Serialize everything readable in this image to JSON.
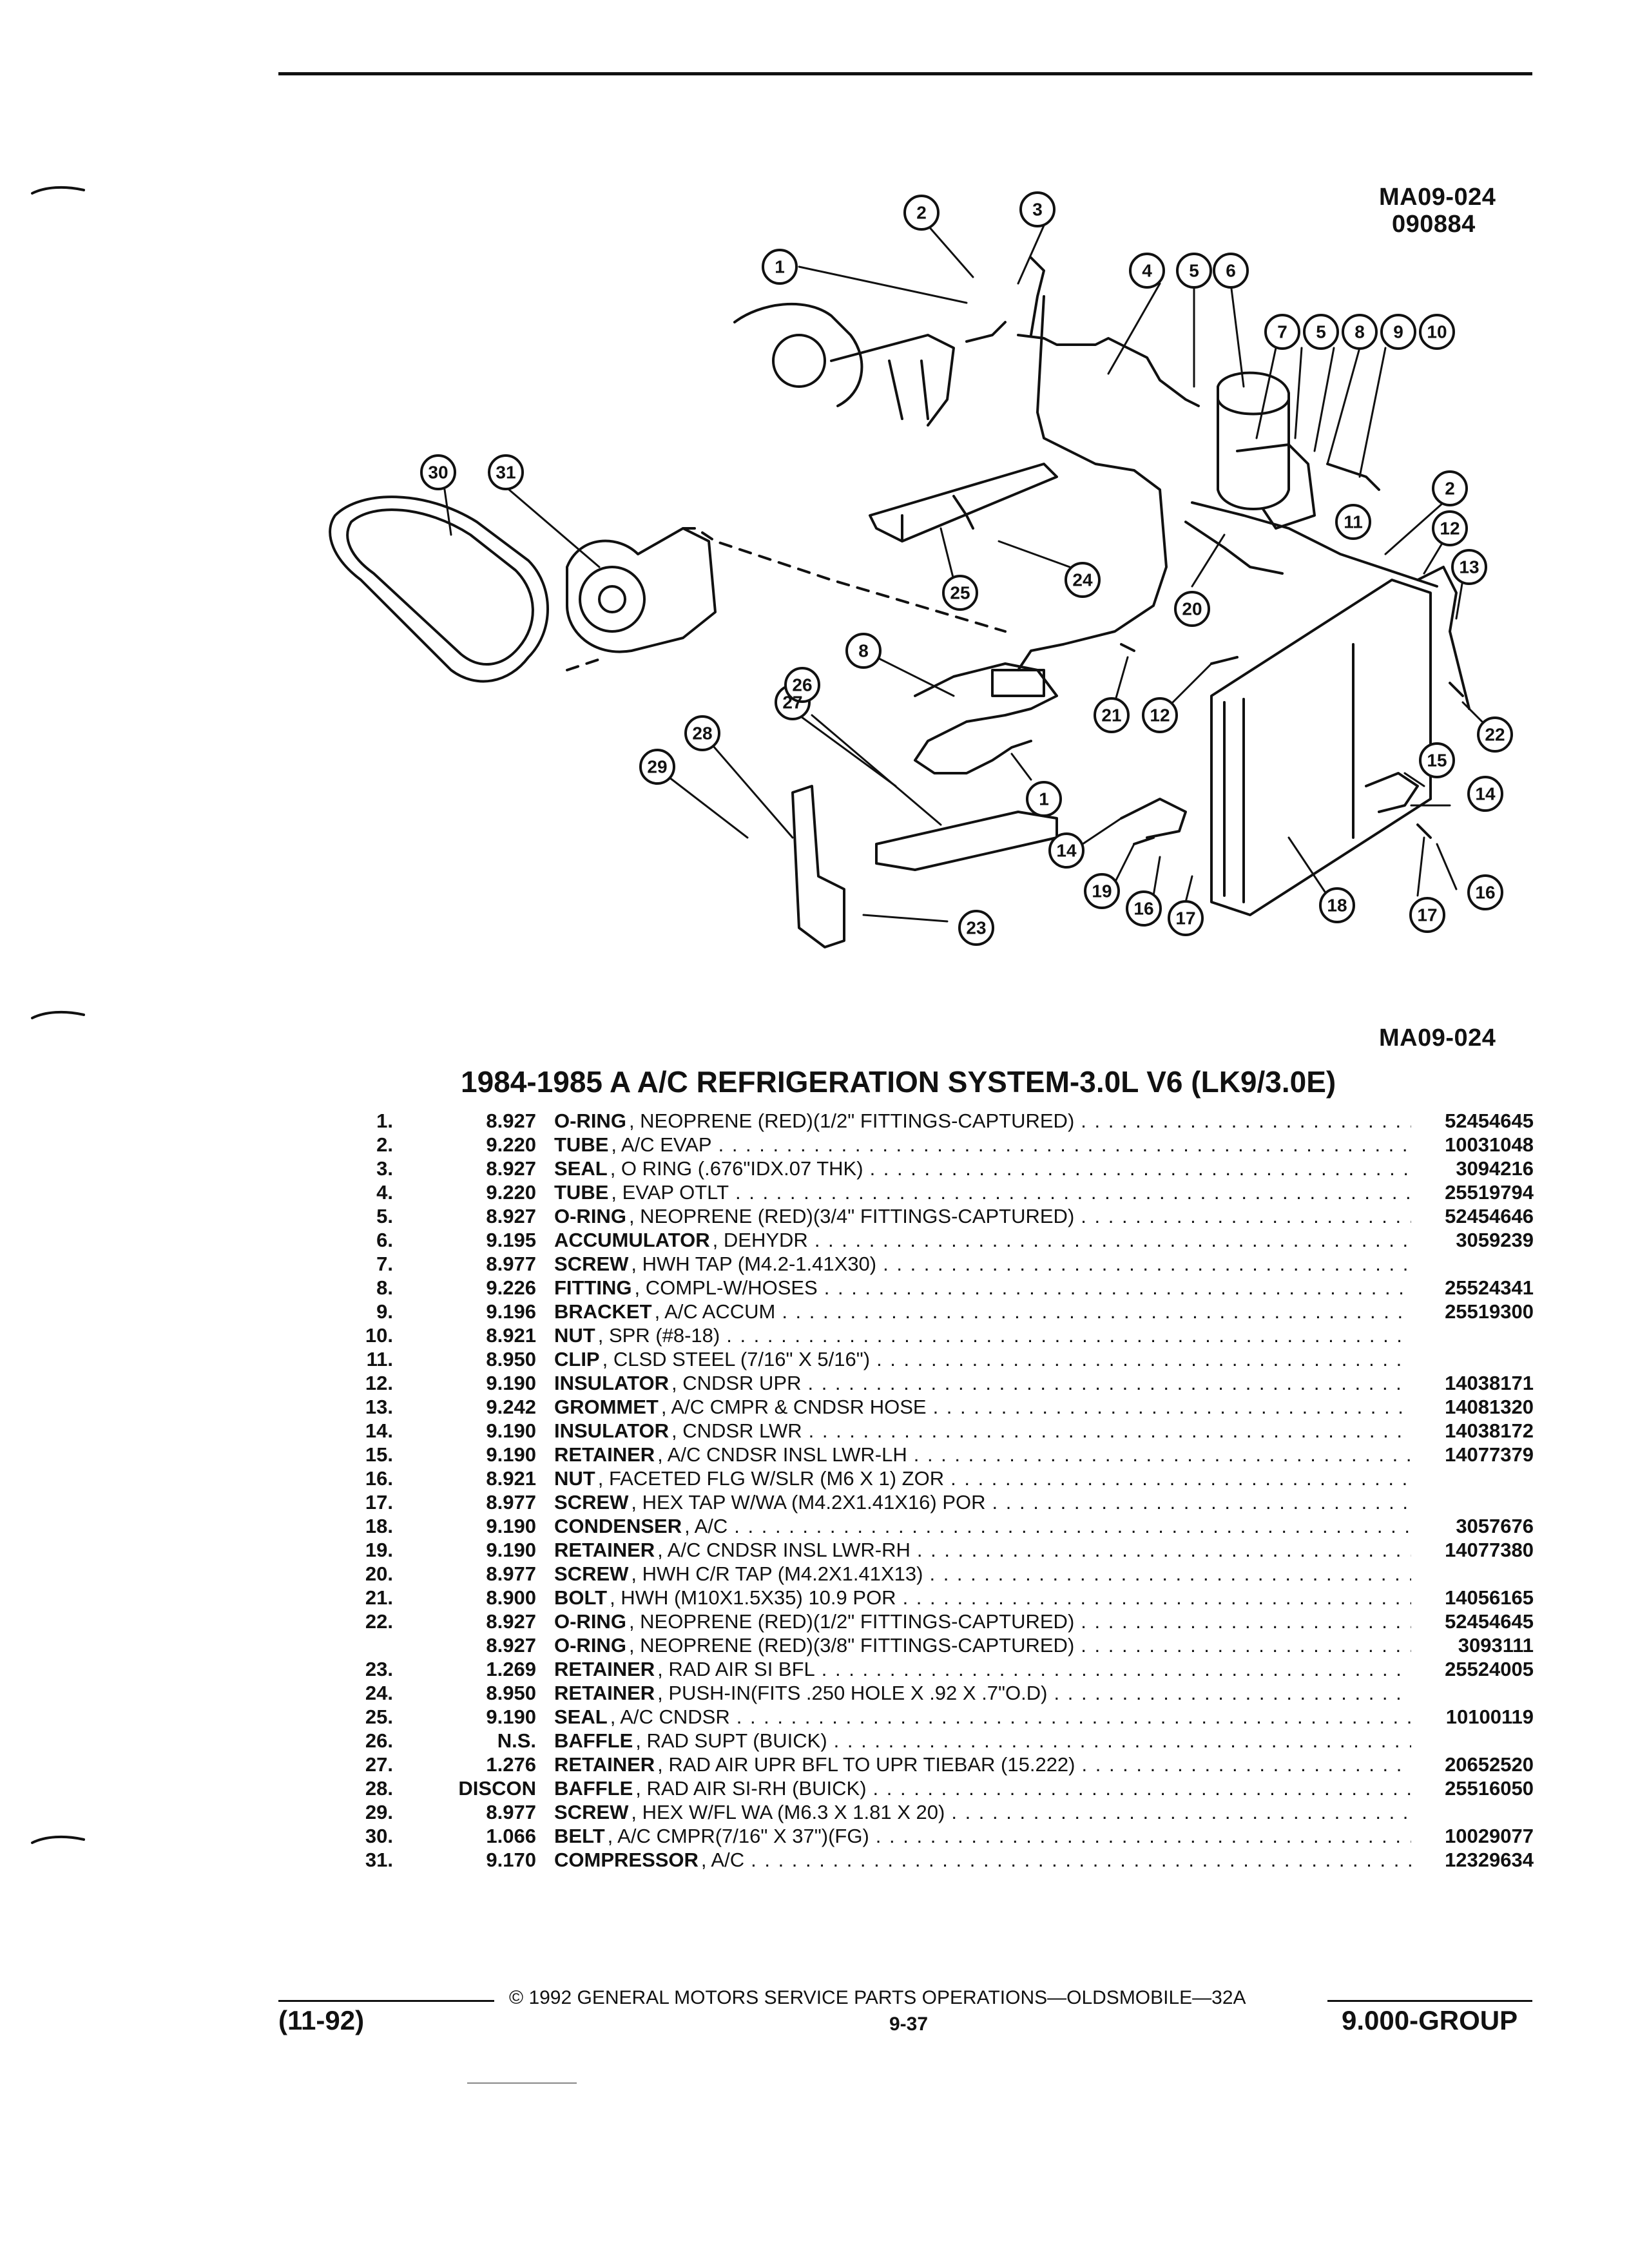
{
  "header": {
    "figure_code": "MA09-024",
    "figure_date": "090884"
  },
  "diagram": {
    "caption_code": "MA09-024",
    "callouts": [
      "1",
      "2",
      "3",
      "4",
      "5",
      "6",
      "7",
      "5",
      "8",
      "9",
      "10",
      "30",
      "31",
      "2",
      "12",
      "11",
      "13",
      "25",
      "24",
      "20",
      "8",
      "21",
      "12",
      "22",
      "27",
      "26",
      "28",
      "29",
      "1",
      "14",
      "15",
      "14",
      "19",
      "16",
      "17",
      "18",
      "17",
      "16",
      "23"
    ]
  },
  "title": "1984-1985 A A/C REFRIGERATION SYSTEM-3.0L V6 (LK9/3.0E)",
  "parts": [
    {
      "num": "1.",
      "group": "8.927",
      "name": "O-RING",
      "desc": ", NEOPRENE (RED)(1/2\" FITTINGS-CAPTURED)",
      "pn": "52454645"
    },
    {
      "num": "2.",
      "group": "9.220",
      "name": "TUBE",
      "desc": ", A/C EVAP",
      "pn": "10031048"
    },
    {
      "num": "3.",
      "group": "8.927",
      "name": "SEAL",
      "desc": ", O RING (.676\"IDX.07 THK)",
      "pn": "3094216"
    },
    {
      "num": "4.",
      "group": "9.220",
      "name": "TUBE",
      "desc": ", EVAP OTLT",
      "pn": "25519794"
    },
    {
      "num": "5.",
      "group": "8.927",
      "name": "O-RING",
      "desc": ", NEOPRENE (RED)(3/4\" FITTINGS-CAPTURED)",
      "pn": "52454646"
    },
    {
      "num": "6.",
      "group": "9.195",
      "name": "ACCUMULATOR",
      "desc": ", DEHYDR",
      "pn": "3059239"
    },
    {
      "num": "7.",
      "group": "8.977",
      "name": "SCREW",
      "desc": ", HWH TAP (M4.2-1.41X30)",
      "pn": ""
    },
    {
      "num": "8.",
      "group": "9.226",
      "name": "FITTING",
      "desc": ", COMPL-W/HOSES",
      "pn": "25524341"
    },
    {
      "num": "9.",
      "group": "9.196",
      "name": "BRACKET",
      "desc": ", A/C ACCUM",
      "pn": "25519300"
    },
    {
      "num": "10.",
      "group": "8.921",
      "name": "NUT",
      "desc": ", SPR (#8-18)",
      "pn": ""
    },
    {
      "num": "11.",
      "group": "8.950",
      "name": "CLIP",
      "desc": ", CLSD STEEL (7/16\" X 5/16\")",
      "pn": ""
    },
    {
      "num": "12.",
      "group": "9.190",
      "name": "INSULATOR",
      "desc": ", CNDSR UPR",
      "pn": "14038171"
    },
    {
      "num": "13.",
      "group": "9.242",
      "name": "GROMMET",
      "desc": ", A/C CMPR & CNDSR HOSE",
      "pn": "14081320"
    },
    {
      "num": "14.",
      "group": "9.190",
      "name": "INSULATOR",
      "desc": ", CNDSR LWR",
      "pn": "14038172"
    },
    {
      "num": "15.",
      "group": "9.190",
      "name": "RETAINER",
      "desc": ", A/C CNDSR INSL LWR-LH",
      "pn": "14077379"
    },
    {
      "num": "16.",
      "group": "8.921",
      "name": "NUT",
      "desc": ", FACETED FLG W/SLR (M6 X 1) ZOR",
      "pn": ""
    },
    {
      "num": "17.",
      "group": "8.977",
      "name": "SCREW",
      "desc": ", HEX TAP W/WA (M4.2X1.41X16) POR",
      "pn": ""
    },
    {
      "num": "18.",
      "group": "9.190",
      "name": "CONDENSER",
      "desc": ", A/C",
      "pn": "3057676"
    },
    {
      "num": "19.",
      "group": "9.190",
      "name": "RETAINER",
      "desc": ", A/C CNDSR INSL LWR-RH",
      "pn": "14077380"
    },
    {
      "num": "20.",
      "group": "8.977",
      "name": "SCREW",
      "desc": ", HWH C/R TAP (M4.2X1.41X13)",
      "pn": ""
    },
    {
      "num": "21.",
      "group": "8.900",
      "name": "BOLT",
      "desc": ", HWH (M10X1.5X35) 10.9 POR",
      "pn": "14056165"
    },
    {
      "num": "22.",
      "group": "8.927",
      "name": "O-RING",
      "desc": ", NEOPRENE (RED)(1/2\" FITTINGS-CAPTURED)",
      "pn": "52454645"
    },
    {
      "num": "",
      "group": "8.927",
      "name": "O-RING",
      "desc": ", NEOPRENE (RED)(3/8\" FITTINGS-CAPTURED)",
      "pn": "3093111"
    },
    {
      "num": "23.",
      "group": "1.269",
      "name": "RETAINER",
      "desc": ", RAD AIR SI BFL",
      "pn": "25524005"
    },
    {
      "num": "24.",
      "group": "8.950",
      "name": "RETAINER",
      "desc": ", PUSH-IN(FITS .250 HOLE X .92 X .7\"O.D)",
      "pn": ""
    },
    {
      "num": "25.",
      "group": "9.190",
      "name": "SEAL",
      "desc": ", A/C CNDSR",
      "pn": "10100119"
    },
    {
      "num": "26.",
      "group": "N.S.",
      "name": "BAFFLE",
      "desc": ", RAD SUPT (BUICK)",
      "pn": ""
    },
    {
      "num": "27.",
      "group": "1.276",
      "name": "RETAINER",
      "desc": ", RAD AIR UPR BFL TO UPR TIEBAR (15.222)",
      "pn": "20652520"
    },
    {
      "num": "28.",
      "group": "DISCON",
      "name": "BAFFLE",
      "desc": ", RAD AIR SI-RH (BUICK)",
      "pn": "25516050"
    },
    {
      "num": "29.",
      "group": "8.977",
      "name": "SCREW",
      "desc": ", HEX W/FL WA (M6.3 X 1.81 X 20)",
      "pn": ""
    },
    {
      "num": "30.",
      "group": "1.066",
      "name": "BELT",
      "desc": ", A/C CMPR(7/16\" X 37\")(FG)",
      "pn": "10029077"
    },
    {
      "num": "31.",
      "group": "9.170",
      "name": "COMPRESSOR",
      "desc": ", A/C",
      "pn": "12329634"
    }
  ],
  "footer": {
    "copyright": "© 1992 GENERAL MOTORS SERVICE PARTS OPERATIONS—OLDSMOBILE—32A",
    "page": "9-37",
    "date": "(11-92)",
    "group": "9.000-GROUP"
  }
}
